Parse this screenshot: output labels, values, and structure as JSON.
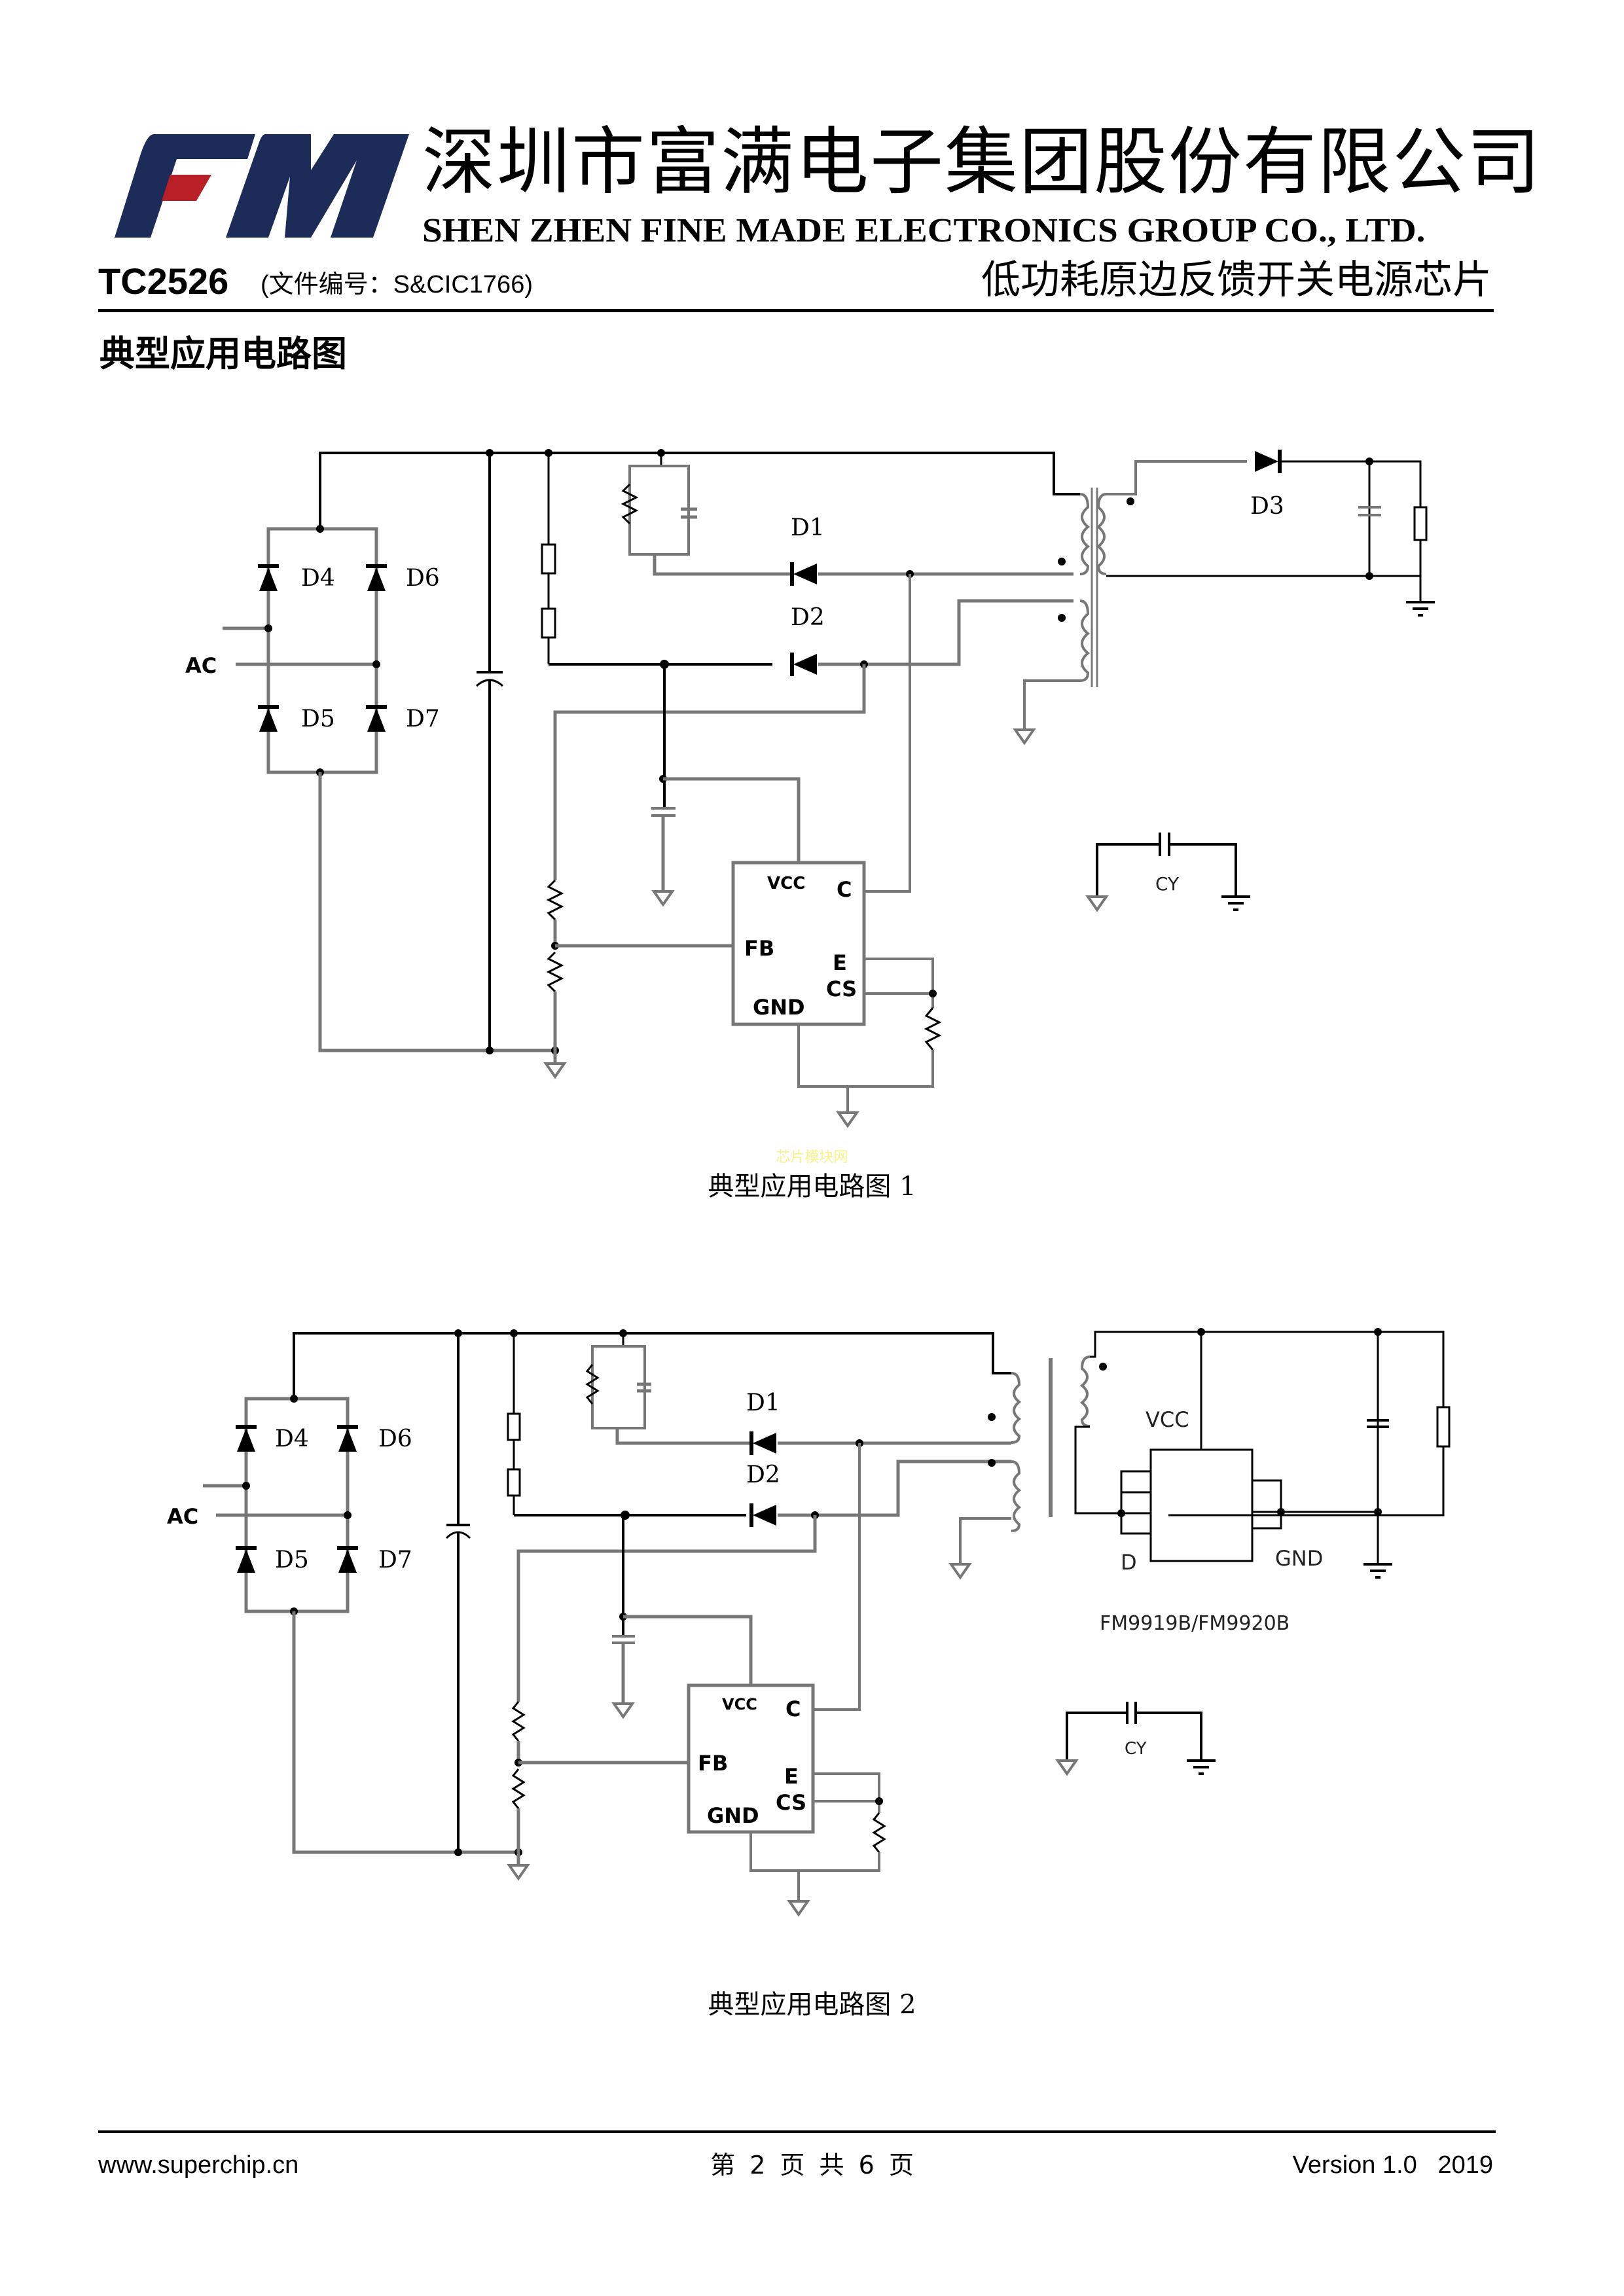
{
  "header": {
    "logo_text": "FM",
    "company_cn": "深圳市富满电子集团股份有限公司",
    "company_en": "SHEN ZHEN FINE MADE ELECTRONICS GROUP CO., LTD.",
    "model": "TC2526",
    "doc_number": "(文件编号：S&CIC1766)",
    "subtitle": "低功耗原边反馈开关电源芯片",
    "colors": {
      "logo_navy": "#1c2b57",
      "logo_red": "#b81f27"
    }
  },
  "section": {
    "title": "典型应用电路图"
  },
  "diagram1": {
    "caption": "典型应用电路图 1",
    "watermark": "芯片模块网",
    "labels": {
      "ac": "AC",
      "d1": "D1",
      "d2": "D2",
      "d3": "D3",
      "d4": "D4",
      "d5": "D5",
      "d6": "D6",
      "d7": "D7",
      "cy": "CY"
    },
    "ic_pins": {
      "vcc": "VCC",
      "c": "C",
      "fb": "FB",
      "e": "E",
      "cs": "CS",
      "gnd": "GND"
    }
  },
  "diagram2": {
    "caption": "典型应用电路图 2",
    "labels": {
      "ac": "AC",
      "d1": "D1",
      "d2": "D2",
      "d4": "D4",
      "d5": "D5",
      "d6": "D6",
      "d7": "D7",
      "cy": "CY"
    },
    "ic_pins": {
      "vcc": "VCC",
      "c": "C",
      "fb": "FB",
      "e": "E",
      "cs": "CS",
      "gnd": "GND"
    },
    "sr_ic": {
      "vcc": "VCC",
      "d": "D",
      "gnd": "GND",
      "part": "FM9919B/FM9920B"
    }
  },
  "footer": {
    "url": "www.superchip.cn",
    "page": "第 2 页 共 6 页",
    "version": "Version 1.0   2019"
  }
}
